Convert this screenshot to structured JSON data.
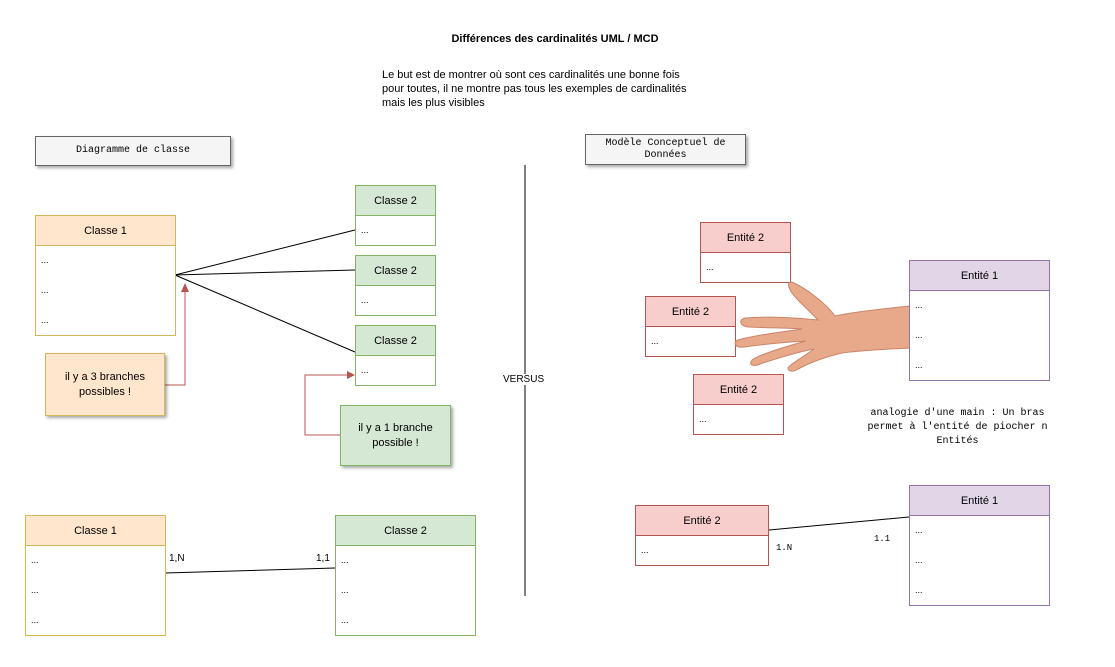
{
  "title": "Différences des cardinalités UML / MCD",
  "intro": "Le but est de montrer où sont ces cardinalités une bonne fois pour toutes, il ne montre pas tous les exemples de cardinalités mais les plus visibles",
  "left_section": {
    "label": "Diagramme de classe"
  },
  "right_section": {
    "label": "Modèle Conceptuel de Données"
  },
  "versus": "VERSUS",
  "ellipsis": "...",
  "top_uml": {
    "class1": "Classe 1",
    "class2_a": "Classe 2",
    "class2_b": "Classe 2",
    "class2_c": "Classe 2",
    "note_three": "il y a 3 branches possibles !",
    "note_one": "il y a 1 branche possible !"
  },
  "bottom_uml": {
    "class1": "Classe 1",
    "class2": "Classe 2",
    "card_left": "1,N",
    "card_right": "1,1"
  },
  "top_mcd": {
    "entity2_a": "Entité 2",
    "entity2_b": "Entité 2",
    "entity2_c": "Entité 2",
    "entity1": "Entité 1",
    "analogy": "analogie d'une main : Un bras permet à l'entité de piocher n Entités"
  },
  "bottom_mcd": {
    "entity2": "Entité 2",
    "entity1": "Entité 1",
    "card_left": "1.N",
    "card_right": "1.1"
  },
  "colors": {
    "orange": "#ffe6cc",
    "green": "#d5e8d4",
    "red": "#f8cecc",
    "purple": "#e1d5e7",
    "skin": "#e8a98a"
  }
}
